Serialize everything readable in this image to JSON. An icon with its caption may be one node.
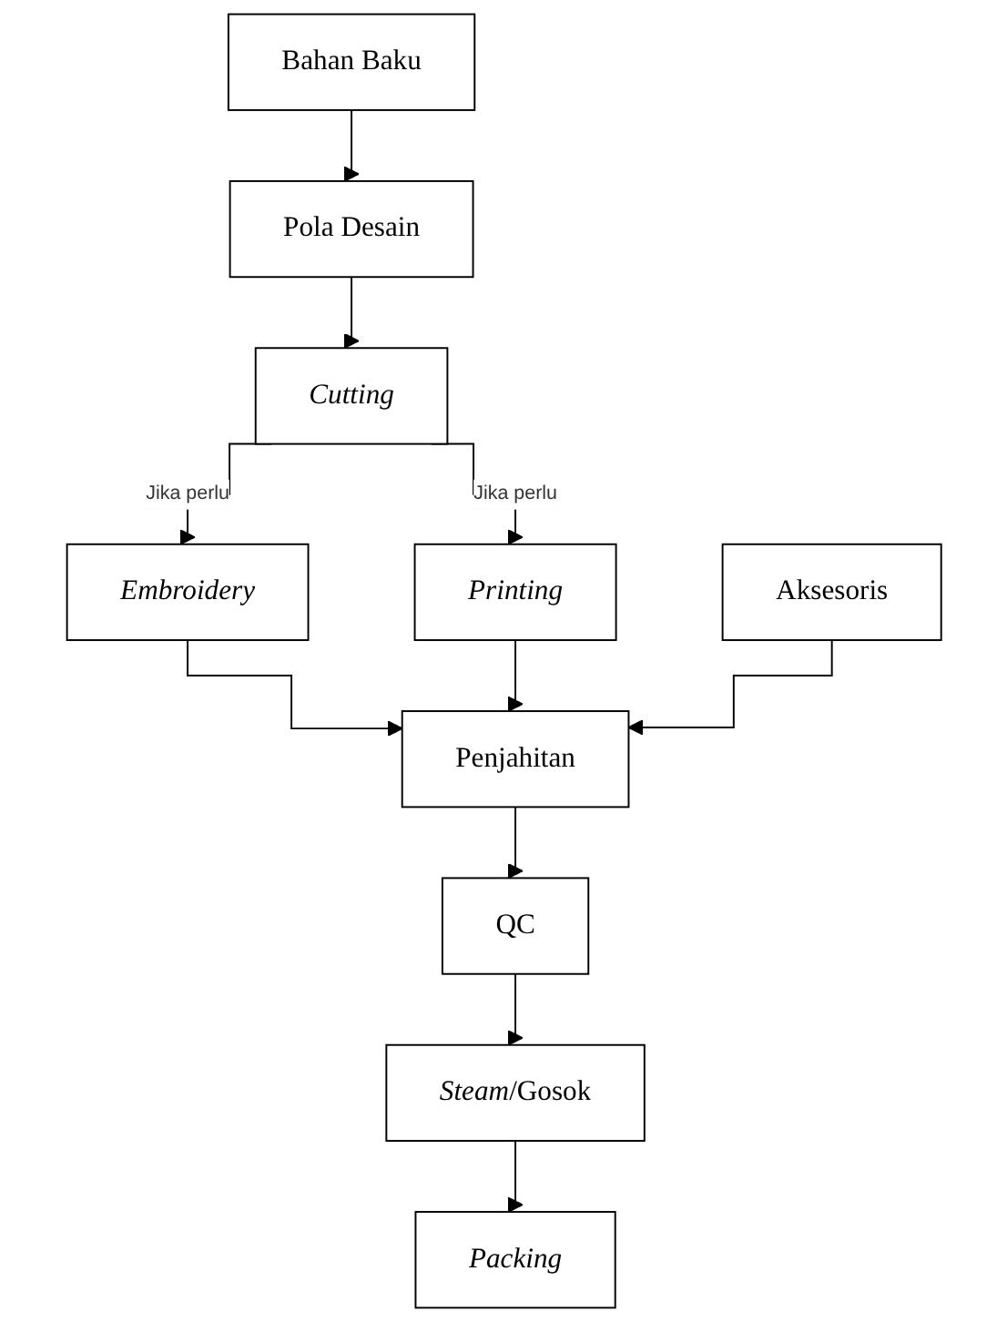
{
  "diagram": {
    "nodes": [
      {
        "text": [
          "Bahan Baku"
        ]
      },
      {
        "text": [
          "Pola Desain"
        ]
      },
      {
        "text": [
          "Cutting"
        ]
      },
      {
        "text": [
          "Embroidery"
        ]
      },
      {
        "text": [
          "Printing"
        ]
      },
      {
        "text": [
          "Penjahitan"
        ]
      },
      {
        "text": [
          "Aksesoris"
        ]
      },
      {
        "text": [
          "QC"
        ]
      },
      {
        "text": [
          "*Steam*/Gosok"
        ]
      },
      {
        "text": [
          "Packing"
        ]
      }
    ],
    "edges": [
      {
        "from": 0,
        "to": 1,
        "arrow": "to"
      },
      {
        "from": 1,
        "to": 2,
        "arrow": "to"
      },
      {
        "from": 2,
        "to": 3,
        "arrow": "to",
        "label": "Jika perlu"
      },
      {
        "from": 2,
        "to": 4,
        "arrow": "to",
        "label": "Jika perlu"
      },
      {
        "from": 3,
        "to": 5,
        "arrow": "to"
      },
      {
        "from": 4,
        "to": 5,
        "arrow": "to"
      },
      {
        "from": 6,
        "to": 5,
        "arrow": "to"
      },
      {
        "from": 5,
        "to": 7,
        "arrow": "to"
      },
      {
        "from": 7,
        "to": 8,
        "arrow": "to"
      },
      {
        "from": 8,
        "to": 9,
        "arrow": "to"
      }
    ]
  }
}
